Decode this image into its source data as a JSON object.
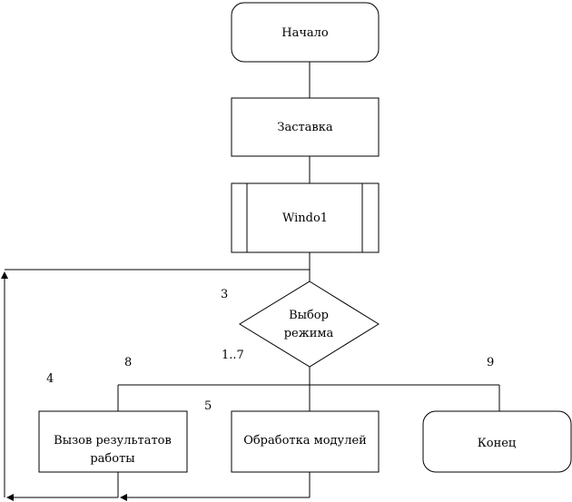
{
  "diagram": {
    "start": "Начало",
    "splash": "Заставка",
    "window": "Windo1",
    "decision_line1": "Выбор",
    "decision_line2": "режима",
    "results_line1": "Вызов результатов",
    "results_line2": "работы",
    "processing": "Обработка модулей",
    "end": "Конец",
    "label_3": "3",
    "label_1_7": "1..7",
    "label_8": "8",
    "label_4": "4",
    "label_5": "5",
    "label_9": "9"
  }
}
